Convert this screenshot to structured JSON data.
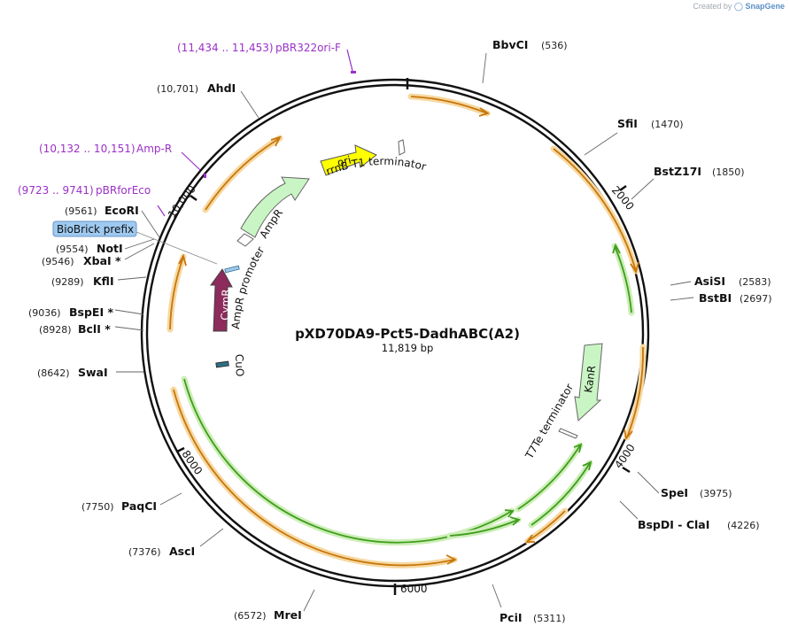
{
  "credit": {
    "prefix": "Created by",
    "brand": "SnapGene"
  },
  "plasmid": {
    "name": "pXD70DA9-Pct5-DadhABC(A2)",
    "length_label": "11,819 bp"
  },
  "ticks": [
    {
      "label": "2000",
      "position": 2000
    },
    {
      "label": "4000",
      "position": 4000
    },
    {
      "label": "6000",
      "position": 6000
    },
    {
      "label": "8000",
      "position": 8000
    },
    {
      "label": "10,000",
      "position": 10000
    }
  ],
  "enzymes": [
    {
      "name": "BbvCI",
      "pos": "(536)"
    },
    {
      "name": "SfiI",
      "pos": "(1470)"
    },
    {
      "name": "BstZ17I",
      "pos": "(1850)"
    },
    {
      "name": "AsiSI",
      "pos": "(2583)"
    },
    {
      "name": "BstBI",
      "pos": "(2697)"
    },
    {
      "name": "SpeI",
      "pos": "(3975)"
    },
    {
      "name": "BspDI - ClaI",
      "pos": "(4226)"
    },
    {
      "name": "PciI",
      "pos": "(5311)"
    },
    {
      "name": "MreI",
      "pos": "(6572)"
    },
    {
      "name": "AscI",
      "pos": "(7376)"
    },
    {
      "name": "PaqCI",
      "pos": "(7750)"
    },
    {
      "name": "SwaI",
      "pos": "(8642)"
    },
    {
      "name": "BclI *",
      "pos": "(8928)"
    },
    {
      "name": "BspEI *",
      "pos": "(9036)"
    },
    {
      "name": "KflI",
      "pos": "(9289)"
    },
    {
      "name": "XbaI *",
      "pos": "(9546)"
    },
    {
      "name": "NotI",
      "pos": "(9554)"
    },
    {
      "name": "EcoRI",
      "pos": "(9561)"
    },
    {
      "name": "AhdI",
      "pos": "(10,701)"
    }
  ],
  "primers": [
    {
      "name": "pBR322ori-F",
      "range": "(11,434 .. 11,453)"
    },
    {
      "name": "Amp-R",
      "range": "(10,132 .. 10,151)"
    },
    {
      "name": "pBRforEco",
      "range": "(9723 .. 9741)"
    }
  ],
  "features": {
    "biobrick_prefix": "BioBrick prefix",
    "ori": "ori",
    "rrnb_t1": "rrnB T1 terminator",
    "ampr": "AmpR",
    "ampr_promoter": "AmpR promoter",
    "cymr": "CymR",
    "cuo": "CuO",
    "kanr": "KanR",
    "t7te": "T7Te terminator"
  },
  "colors": {
    "orf": "#c8760a",
    "orf_halo": "#f6d9a3",
    "green_orf": "#3f9e1c",
    "green_halo": "#cdeeb8",
    "ampr_fill": "#c9f5c4",
    "ori_fill": "#ffff00",
    "cymr_fill": "#8c2b5c",
    "primer": "#9b30c8",
    "biobrick_fill": "#9ec9f0"
  }
}
